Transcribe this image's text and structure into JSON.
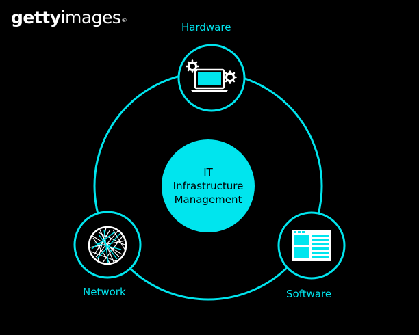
{
  "watermark": {
    "brand_bold": "getty",
    "brand_light": "images",
    "trademark": "®"
  },
  "diagram": {
    "center": {
      "lines": [
        "IT",
        "Infrastructure",
        "Management"
      ]
    },
    "nodes": {
      "hardware": {
        "label": "Hardware",
        "icon": "laptop-gears-icon"
      },
      "network": {
        "label": "Network",
        "icon": "network-globe-icon"
      },
      "software": {
        "label": "Software",
        "icon": "software-window-icon"
      }
    }
  },
  "colors": {
    "accent": "#00e5ee",
    "background": "#000000",
    "text_dark": "#000000",
    "watermark": "#ffffff"
  }
}
